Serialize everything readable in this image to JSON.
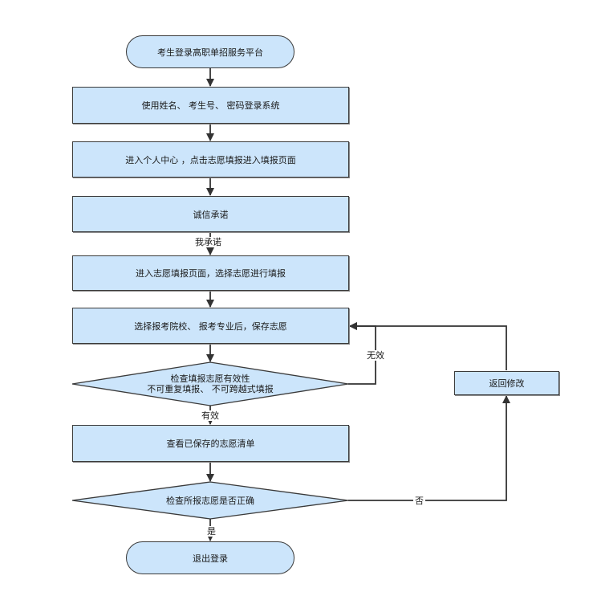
{
  "nodes": {
    "start": "考生登录高职单招服务平台",
    "login": "使用姓名、 考生号、 密码登录系统",
    "center": "进入个人中心 ，点击志愿填报进入填报页面",
    "pledge": "诚信承诺",
    "fill": "进入志愿填报页面，选择志愿进行填报",
    "select": "选择报考院校、 报考专业后，保存志愿",
    "check_valid_line1": "检查填报志愿有效性",
    "check_valid_line2": "不可重复填报、 不可跨越式填报",
    "view_list": "查看已保存的志愿清单",
    "check_correct": "检查所报志愿是否正确",
    "go_back": "返回修改",
    "end": "退出登录"
  },
  "edge_labels": {
    "pledge_yes": "我承诺",
    "invalid": "无效",
    "valid": "有效",
    "no": "否",
    "yes": "是"
  },
  "colors": {
    "fill": "#cce5fb",
    "stroke": "#3a3a3a",
    "line": "#333333"
  }
}
